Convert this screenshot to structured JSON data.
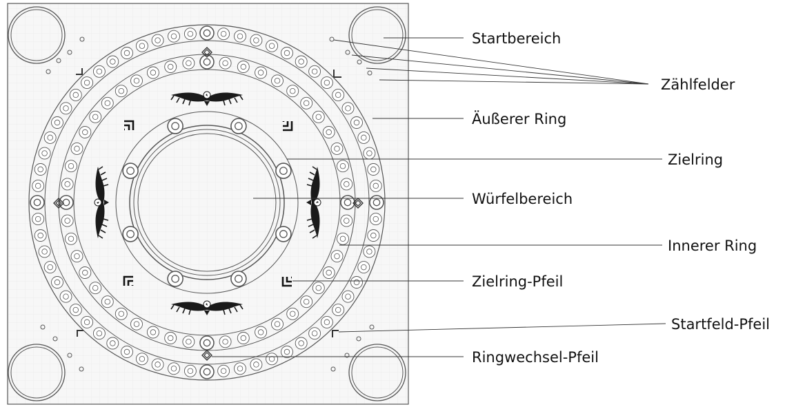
{
  "labels": {
    "startbereich": "Startbereich",
    "zaehlfelder": "Zählfelder",
    "aeusserer_ring": "Äußerer Ring",
    "zielring": "Zielring",
    "wuerfelbereich": "Würfelbereich",
    "innerer_ring": "Innerer Ring",
    "zielring_pfeil": "Zielring-Pfeil",
    "startfeld_pfeil": "Startfeld-Pfeil",
    "ringwechsel_pfeil": "Ringwechsel-Pfeil"
  },
  "colors": {
    "line": "#555555",
    "grid": "#e6e6e6",
    "board_bg": "#f7f7f7",
    "text": "#111111"
  },
  "icons": [
    "eagle-icon",
    "double-chevron-arrow-icon",
    "diamond-arrow-icon"
  ]
}
